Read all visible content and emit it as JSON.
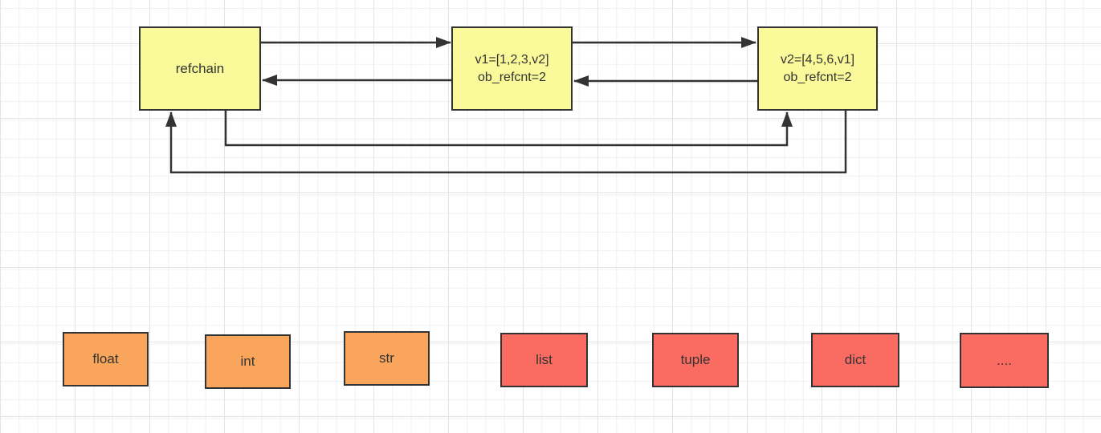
{
  "canvas": {
    "background_color": "#ffffff",
    "grid_minor_color": "#f1f1f1",
    "grid_major_color": "#e4e4e4"
  },
  "colors": {
    "node_fill_yellow": "#fafa9b",
    "node_fill_orange": "#f9a65c",
    "node_fill_red": "#fa6b61",
    "node_border": "#333333",
    "arrow": "#333333",
    "text": "#333333"
  },
  "nodes": {
    "refchain": {
      "label": "refchain"
    },
    "v1": {
      "line1": "v1=[1,2,3,v2]",
      "line2": "ob_refcnt=2"
    },
    "v2": {
      "line1": "v2=[4,5,6,v1]",
      "line2": "ob_refcnt=2"
    },
    "float": {
      "label": "float"
    },
    "int": {
      "label": "int"
    },
    "str": {
      "label": "str"
    },
    "list": {
      "label": "list"
    },
    "tuple": {
      "label": "tuple"
    },
    "dict": {
      "label": "dict"
    },
    "ellipsis": {
      "label": "...."
    }
  },
  "edges": [
    {
      "from": "refchain",
      "to": "v1",
      "route": "straight-top"
    },
    {
      "from": "v1",
      "to": "refchain",
      "route": "straight-bottom"
    },
    {
      "from": "v1",
      "to": "v2",
      "route": "straight-top"
    },
    {
      "from": "v2",
      "to": "v1",
      "route": "straight-bottom"
    },
    {
      "from": "refchain",
      "to": "v2",
      "route": "orthogonal-under"
    },
    {
      "from": "v2",
      "to": "refchain",
      "route": "orthogonal-under"
    }
  ]
}
